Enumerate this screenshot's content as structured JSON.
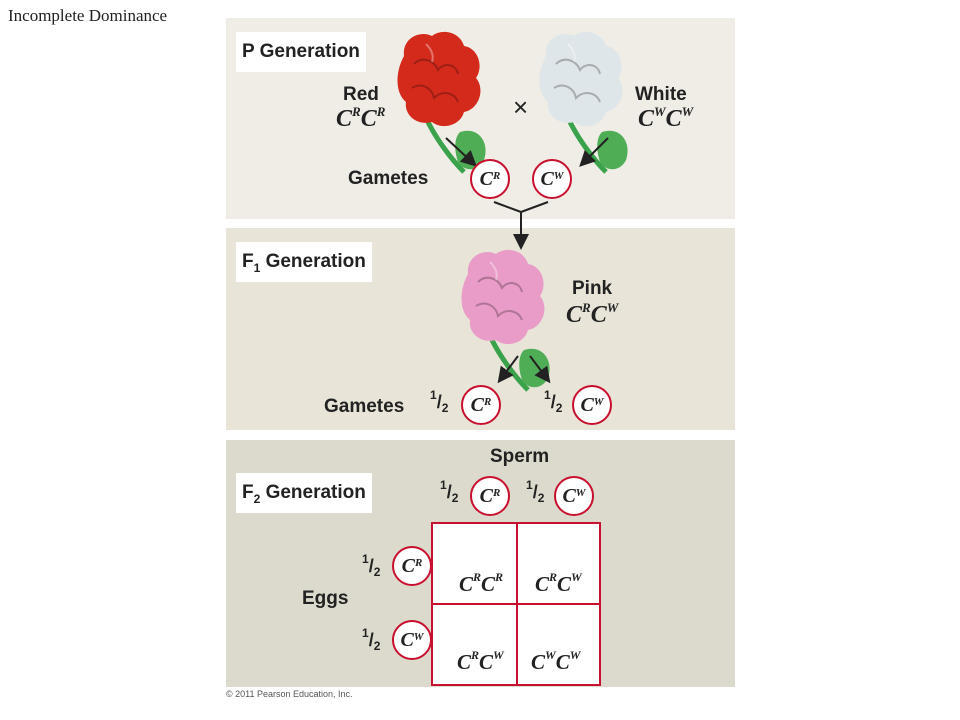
{
  "slide_title": "Incomplete Dominance",
  "p_generation": {
    "label": "P Generation",
    "red_word": "Red",
    "white_word": "White",
    "cross_symbol": "×",
    "gametes_label": "Gametes",
    "letter": "C",
    "allele_r": "R",
    "allele_w": "W"
  },
  "f1_generation": {
    "label_f": "F",
    "label_sub": "1",
    "label_rest": " Generation",
    "pink_word": "Pink",
    "gametes_label": "Gametes",
    "half_num": "1",
    "half_slash": "/",
    "half_den": "2"
  },
  "f2_generation": {
    "label_f": "F",
    "label_sub": "2",
    "label_rest": " Generation",
    "sperm_label": "Sperm",
    "eggs_label": "Eggs"
  },
  "colors": {
    "red_flower": "#d42a1c",
    "white_flower": "#dfe6ea",
    "pink_flower": "#ea9cc8",
    "gamete_border": "#c8102e",
    "stem": "#3aa24a"
  },
  "copyright": "© 2011 Pearson Education, Inc."
}
